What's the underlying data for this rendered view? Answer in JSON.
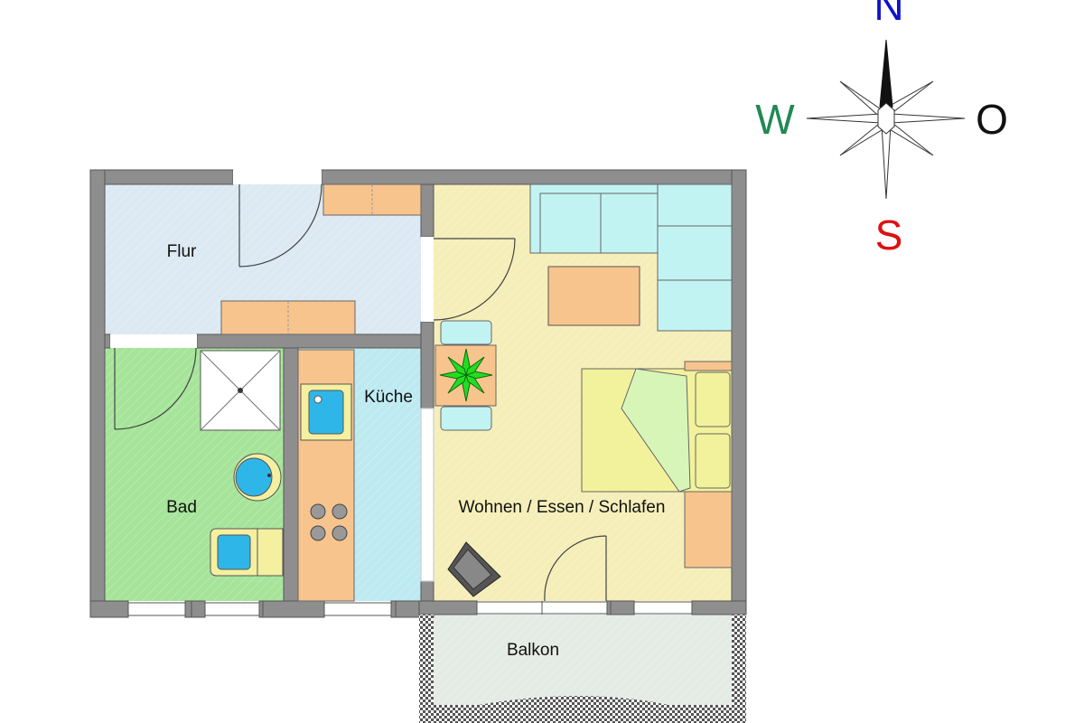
{
  "rooms": {
    "flur": "Flur",
    "bad": "Bad",
    "kueche": "Küche",
    "wohnen": "Wohnen / Essen / Schlafen",
    "balkon": "Balkon"
  },
  "compass": {
    "north": "N",
    "south": "S",
    "west": "W",
    "east": "O"
  },
  "colors": {
    "wall": "#8e8e8e",
    "flur": "#dce9f2",
    "bad": "#a6e49a",
    "kueche": "#bdeaf0",
    "wohnen": "#f5eeb8",
    "balkon": "#e4ebe4",
    "furniture_orange": "#f7c48e",
    "sofa": "#c2f3f3",
    "bed": "#f2f29c",
    "plant": "#22dd22",
    "north": "#1111cc",
    "south": "#dd1111",
    "west": "#228855",
    "east": "#111111"
  }
}
